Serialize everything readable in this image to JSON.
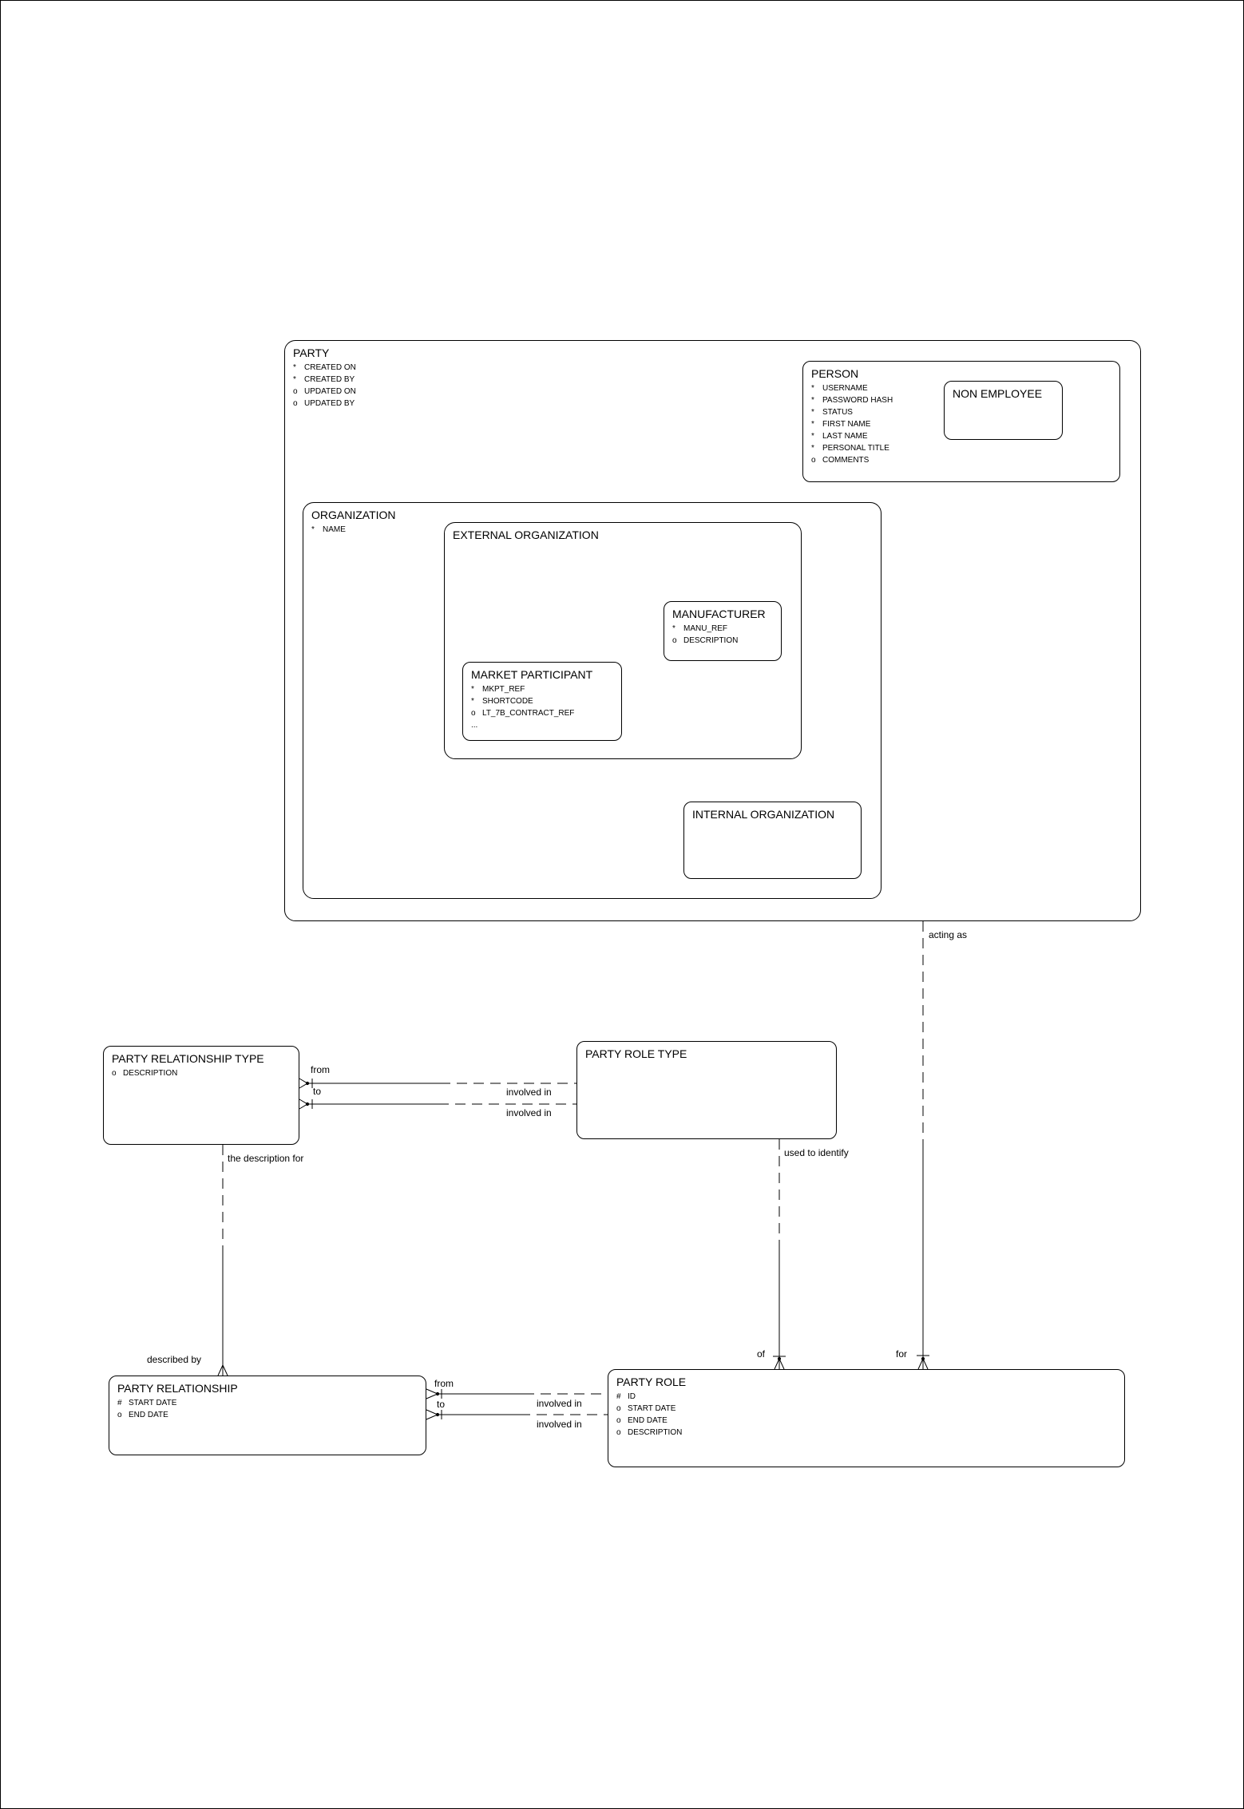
{
  "diagram": {
    "colors": {
      "line": "#000000",
      "background": "#ffffff"
    },
    "entities": {
      "party": {
        "title": "PARTY",
        "attributes": [
          {
            "m": "*",
            "t": "CREATED ON"
          },
          {
            "m": "*",
            "t": "CREATED BY"
          },
          {
            "m": "o",
            "t": "UPDATED ON"
          },
          {
            "m": "o",
            "t": "UPDATED BY"
          }
        ]
      },
      "person": {
        "title": "PERSON",
        "attributes": [
          {
            "m": "*",
            "t": "USERNAME"
          },
          {
            "m": "*",
            "t": "PASSWORD HASH"
          },
          {
            "m": "*",
            "t": "STATUS"
          },
          {
            "m": "*",
            "t": "FIRST NAME"
          },
          {
            "m": "*",
            "t": "LAST NAME"
          },
          {
            "m": "*",
            "t": "PERSONAL TITLE"
          },
          {
            "m": "o",
            "t": "COMMENTS"
          }
        ]
      },
      "non_employee": {
        "title": "NON EMPLOYEE",
        "attributes": []
      },
      "organization": {
        "title": "ORGANIZATION",
        "attributes": [
          {
            "m": "*",
            "t": "NAME"
          }
        ]
      },
      "external_organization": {
        "title": "EXTERNAL ORGANIZATION",
        "attributes": []
      },
      "manufacturer": {
        "title": "MANUFACTURER",
        "attributes": [
          {
            "m": "*",
            "t": "MANU_REF"
          },
          {
            "m": "o",
            "t": "DESCRIPTION"
          }
        ]
      },
      "market_participant": {
        "title": "MARKET PARTICIPANT",
        "attributes": [
          {
            "m": "*",
            "t": "MKPT_REF"
          },
          {
            "m": "*",
            "t": "SHORTCODE"
          },
          {
            "m": "o",
            "t": "LT_7B_CONTRACT_REF"
          },
          {
            "m": "...",
            "t": ""
          }
        ]
      },
      "internal_organization": {
        "title": "INTERNAL ORGANIZATION",
        "attributes": []
      },
      "party_relationship_type": {
        "title": "PARTY RELATIONSHIP TYPE",
        "attributes": [
          {
            "m": "o",
            "t": "DESCRIPTION"
          }
        ]
      },
      "party_role_type": {
        "title": "PARTY ROLE TYPE",
        "attributes": []
      },
      "party_relationship": {
        "title": "PARTY RELATIONSHIP",
        "attributes": [
          {
            "m": "#",
            "t": "START DATE"
          },
          {
            "m": "o",
            "t": "END DATE"
          }
        ]
      },
      "party_role": {
        "title": "PARTY ROLE",
        "attributes": [
          {
            "m": "#",
            "t": "ID"
          },
          {
            "m": "o",
            "t": "START DATE"
          },
          {
            "m": "o",
            "t": "END DATE"
          },
          {
            "m": "o",
            "t": "DESCRIPTION"
          }
        ]
      }
    },
    "labels": {
      "acting_as": "acting as",
      "for": "for",
      "of": "of",
      "used_to_identify": "used to identify",
      "the_description_for": "the description for",
      "described_by": "described by",
      "prt_from": "from",
      "prt_to": "to",
      "prt_involved_in_top": "involved in",
      "prt_involved_in_bottom": "involved in",
      "pr_from": "from",
      "pr_to": "to",
      "pr_involved_in_top": "involved in",
      "pr_involved_in_bottom": "involved in"
    }
  }
}
